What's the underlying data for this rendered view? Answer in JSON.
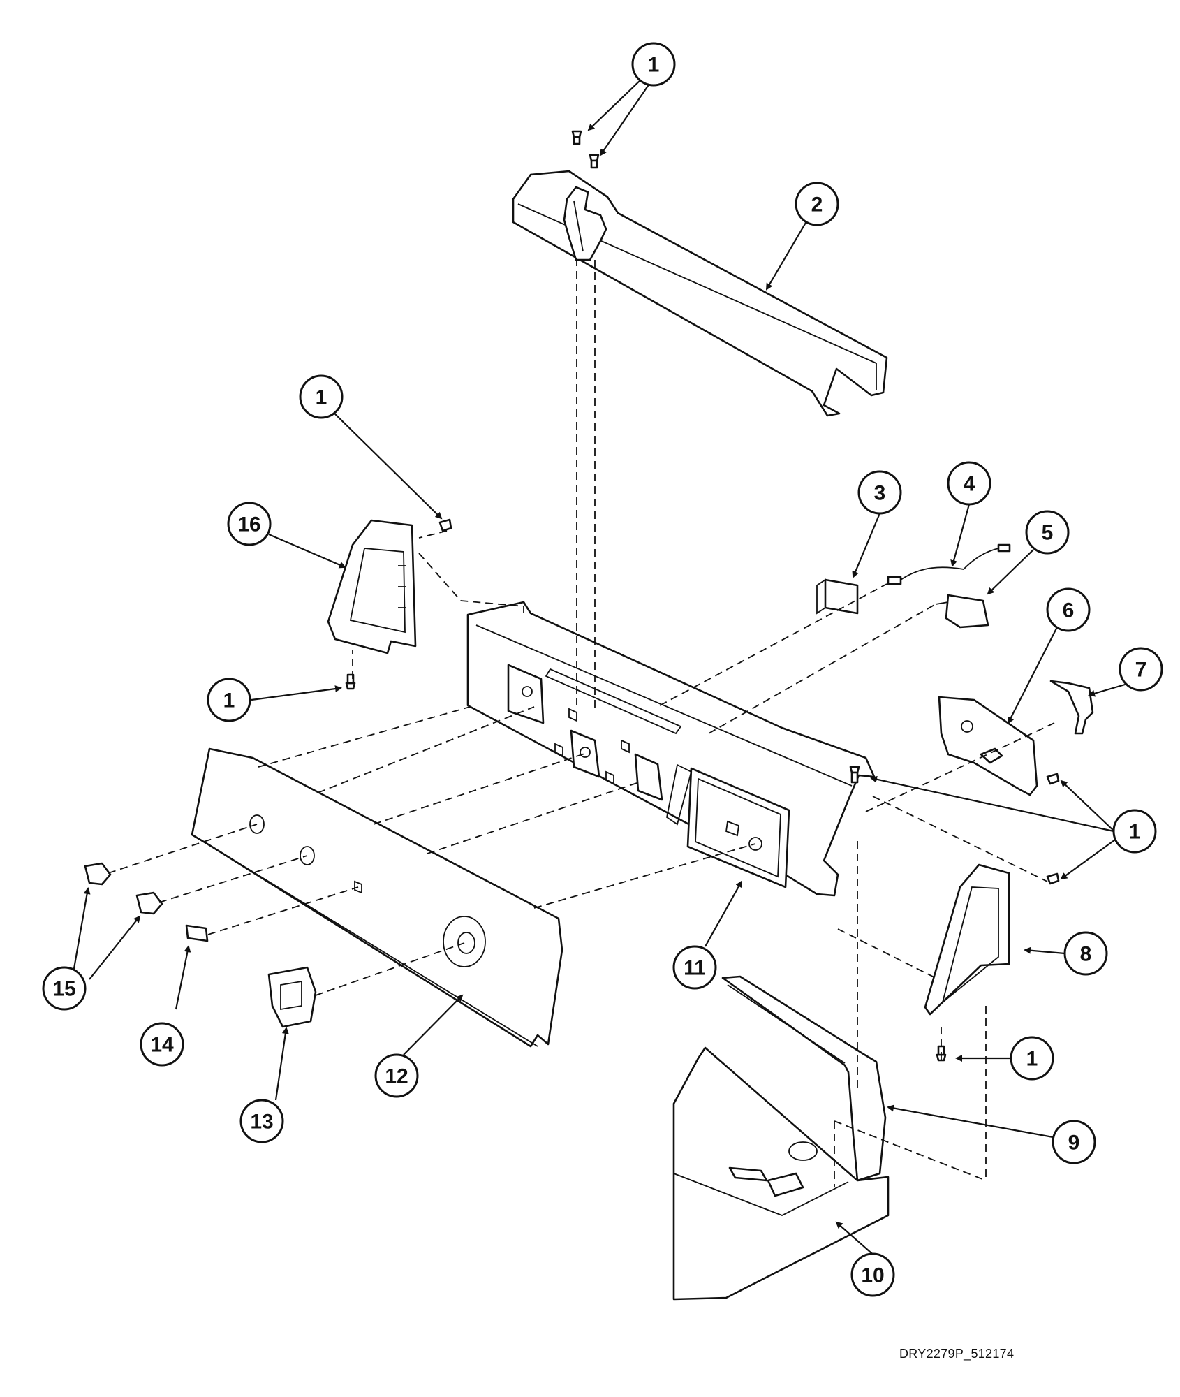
{
  "diagram": {
    "figure_id": "DRY2279P_512174",
    "callouts": [
      {
        "label": "1"
      },
      {
        "label": "2"
      },
      {
        "label": "1"
      },
      {
        "label": "16"
      },
      {
        "label": "1"
      },
      {
        "label": "3"
      },
      {
        "label": "4"
      },
      {
        "label": "5"
      },
      {
        "label": "6"
      },
      {
        "label": "7"
      },
      {
        "label": "1"
      },
      {
        "label": "8"
      },
      {
        "label": "1"
      },
      {
        "label": "9"
      },
      {
        "label": "10"
      },
      {
        "label": "11"
      },
      {
        "label": "12"
      },
      {
        "label": "13"
      },
      {
        "label": "14"
      },
      {
        "label": "15"
      }
    ]
  }
}
